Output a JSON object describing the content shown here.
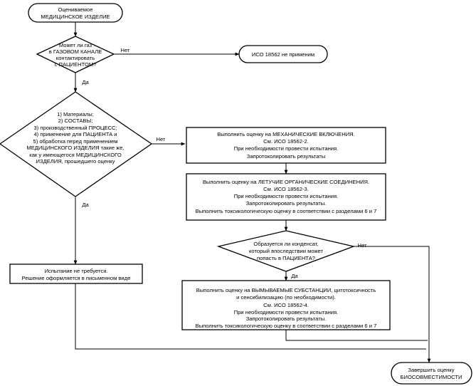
{
  "start": {
    "lines": [
      "Оцениваемое",
      "МЕДИЦИНСКОЕ ИЗДЕЛИЕ"
    ]
  },
  "q1": {
    "lines": [
      "Может ли газ",
      "в ГАЗОВОМ КАНАЛЕ",
      "контактировать",
      "с ПАЦИЕНТОМ?"
    ],
    "yes": "Да",
    "no": "Нет"
  },
  "not_applicable": {
    "text": "ИСО 18562 не применим"
  },
  "q2": {
    "lines": [
      "1) Материалы;",
      "2) СОСТАВЫ;",
      "3) производственный ПРОЦЕСС;",
      "4) применение для ПАЦИЕНТА и",
      "5) обработка перед применением",
      "МЕДИЦИНСКОГО ИЗДЕЛИЯ такие же,",
      "как у имеющегося МЕДИЦИНСКОГО",
      "ИЗДЕЛИЯ, прошедшего оценку"
    ],
    "yes": "Да",
    "no": "Нет"
  },
  "box_mech": {
    "lines": [
      "Выполнить оценку на МЕХАНИЧЕСКИЕ ВКЛЮЧЕНИЯ.",
      "См. ИСО 18562-2.",
      "При необходимости провести испытания.",
      "Запротоколировать результаты"
    ]
  },
  "box_voc": {
    "lines": [
      "Выполнить оценку на ЛЕТУЧИЕ ОРГАНИЧЕСКИЕ СОЕДИНЕНИЯ.",
      "См. ИСО 18562-3.",
      "При необходимости провести испытания.",
      "Запротоколировать результаты.",
      "Выполнить токсикологическую оценку в соответствии с разделами 6 и 7"
    ]
  },
  "q3": {
    "lines": [
      "Образуется ли конденсат,",
      "который впоследствии может",
      "попасть в ПАЦИЕНТА?"
    ],
    "yes": "Да",
    "no": "Нет"
  },
  "box_leach": {
    "lines": [
      "Выполнить оценку на ВЫМЫВАЕМЫЕ СУБСТАНЦИИ, цитотоксичность",
      "и сенсибилизацию (по необходимости).",
      "См. ИСО 18562-4.",
      "При необходимости провести испытания.",
      "Запротоколировать результаты.",
      "Выполнить токсикологическую оценку в соответствии с разделами 6 и 7"
    ]
  },
  "no_test": {
    "lines": [
      "Испытание не требуется.",
      "Решение оформляется в письменном виде"
    ]
  },
  "end": {
    "lines": [
      "Завершить оценку",
      "БИОСОВМЕСТИМОСТИ"
    ]
  }
}
